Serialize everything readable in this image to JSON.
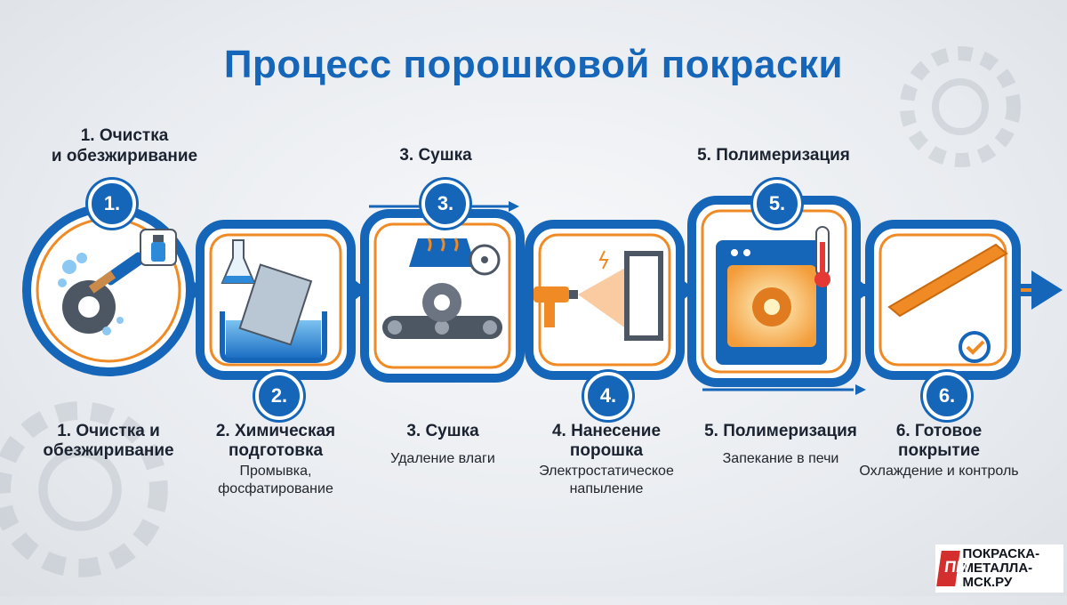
{
  "title": "Процесс порошковой покраски",
  "top_labels": {
    "s1_line1": "1. Очистка",
    "s1_line2": "и обезжиривание",
    "s3": "3. Сушка",
    "s5": "5. Полимеризация"
  },
  "steps": [
    {
      "number": "1.",
      "title": "1. Очистка и обезжиривание",
      "desc": ""
    },
    {
      "number": "2.",
      "title": "2. Химическая подготовка",
      "desc": "Промывка, фосфатирование"
    },
    {
      "number": "3.",
      "title": "3. Сушка",
      "desc": "Удаление влаги"
    },
    {
      "number": "4.",
      "title": "4. Нанесение порошка",
      "desc": "Электростатическое напыление"
    },
    {
      "number": "5.",
      "title": "5. Полимеризация",
      "desc": "Запекание в печи"
    },
    {
      "number": "6.",
      "title": "6. Готовое покрытие",
      "desc": "Охлаждение и контроль"
    }
  ],
  "logo": {
    "mark": "ПМ",
    "text": "ПОКРАСКА-МЕТАЛЛА-МСК.РУ"
  },
  "colors": {
    "primary": "#1565b8",
    "accent": "#f08a24",
    "dark": "#1b2230"
  }
}
